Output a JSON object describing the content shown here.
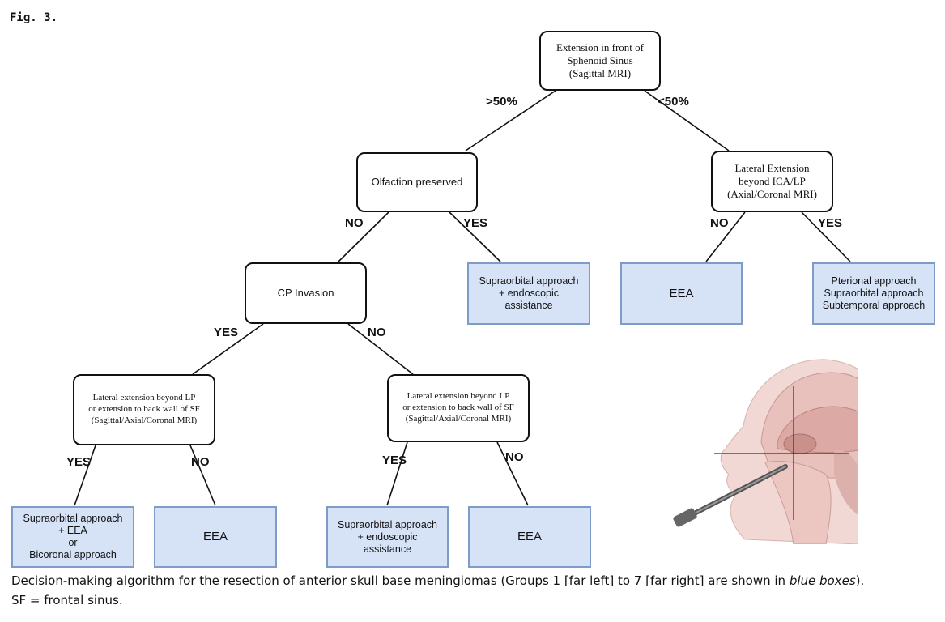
{
  "figure_label": "Fig. 3.",
  "nodes": {
    "root": "Extension in front of\nSphenoid Sinus\n(Sagittal MRI)",
    "olfaction": "Olfaction preserved",
    "lateral_top": "Lateral Extension\nbeyond ICA/LP\n(Axial/Coronal MRI)",
    "cp_invasion": "CP Invasion",
    "lateral_left": "Lateral extension beyond LP\nor extension to back wall of SF\n(Sagittal/Axial/Coronal MRI)",
    "lateral_mid": "Lateral extension beyond LP\nor extension to back wall of SF\n(Sagittal/Axial/Coronal MRI)"
  },
  "outcomes": {
    "supraorbital_endo_top": "Supraorbital approach\n+ endoscopic\nassistance",
    "eea_top": "EEA",
    "pterional": "Pterional approach\nSupraorbital approach\nSubtemporal approach",
    "supraorbital_eea_bicoronal": "Supraorbital approach\n+ EEA\nor\nBicoronal approach",
    "eea_left": "EEA",
    "supraorbital_endo_bottom": "Supraorbital approach\n+ endoscopic\nassistance",
    "eea_bottom": "EEA"
  },
  "edge_labels": {
    "gt50": ">50%",
    "lt50": "<50%",
    "olf_no": "NO",
    "olf_yes": "YES",
    "lat_no": "NO",
    "lat_yes": "YES",
    "cp_yes": "YES",
    "cp_no": "NO",
    "left_yes": "YES",
    "left_no": "NO",
    "mid_yes": "YES",
    "mid_no": "NO"
  },
  "caption": {
    "part1": "Decision-making algorithm for the resection of anterior skull base meningiomas (Groups 1 [far left] to 7 [far right] are shown in ",
    "emphasis": "blue boxes",
    "part2": ").",
    "line2": "SF = frontal sinus."
  },
  "colors": {
    "outcome_fill": "#d6e2f6",
    "outcome_border": "#7f9cc8",
    "decision_border": "#111111"
  },
  "illustration": "sagittal-head-anatomy-with-endoscope"
}
